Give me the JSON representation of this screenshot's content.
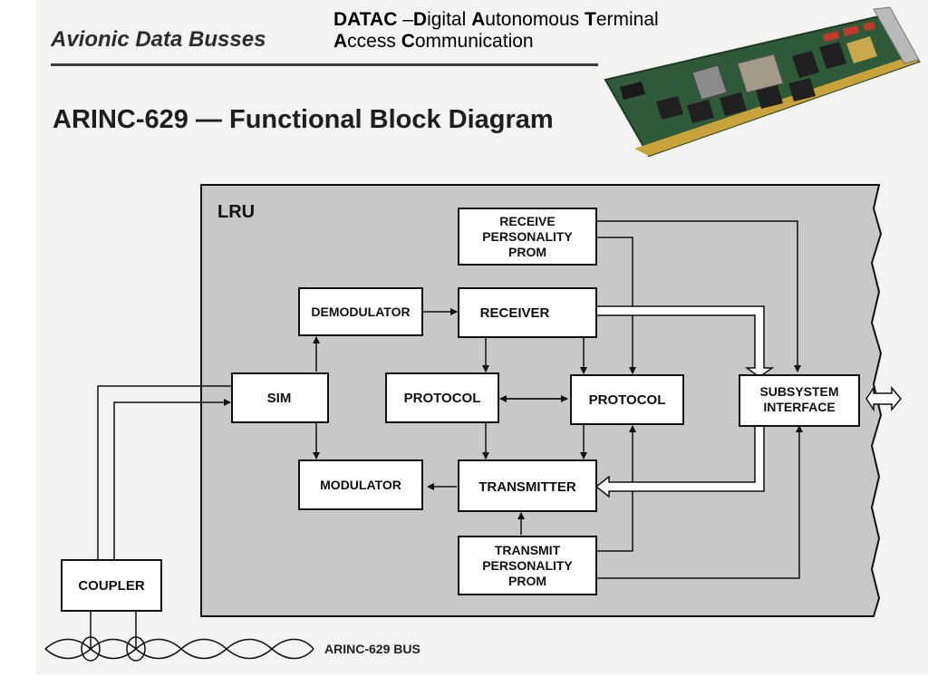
{
  "header": {
    "section_title": "Avionic Data Busses",
    "diagram_title": "ARINC-629 — Functional Block Diagram"
  },
  "acronym": {
    "line1": [
      {
        "bold": "DATAC",
        "rest": " –"
      },
      {
        "bold": "D",
        "rest": "igital "
      },
      {
        "bold": "A",
        "rest": "utonomous "
      },
      {
        "bold": "T",
        "rest": "erminal"
      }
    ],
    "line2": [
      {
        "bold": "A",
        "rest": "ccess "
      },
      {
        "bold": "C",
        "rest": "ommunication"
      }
    ]
  },
  "diagram": {
    "lru_label": "LRU",
    "boxes": {
      "receive_prom": [
        "RECEIVE",
        "PERSONALITY",
        "PROM"
      ],
      "demodulator": [
        "DEMODULATOR"
      ],
      "receiver": [
        "RECEIVER"
      ],
      "sim": [
        "SIM"
      ],
      "protocol_left": [
        "PROTOCOL"
      ],
      "protocol_right": [
        "PROTOCOL"
      ],
      "subsystem_interface": [
        "SUBSYSTEM",
        "INTERFACE"
      ],
      "modulator": [
        "MODULATOR"
      ],
      "transmitter": [
        "TRANSMITTER"
      ],
      "transmit_prom": [
        "TRANSMIT",
        "PERSONALITY",
        "PROM"
      ],
      "coupler": [
        "COUPLER"
      ]
    },
    "bus_label": "ARINC-629 BUS"
  },
  "colors": {
    "lru_fill": "#c8c8c8",
    "line": "#111111",
    "board_green": "#2f5a3a"
  },
  "icons": {
    "photo": "circuit-board-photo"
  }
}
